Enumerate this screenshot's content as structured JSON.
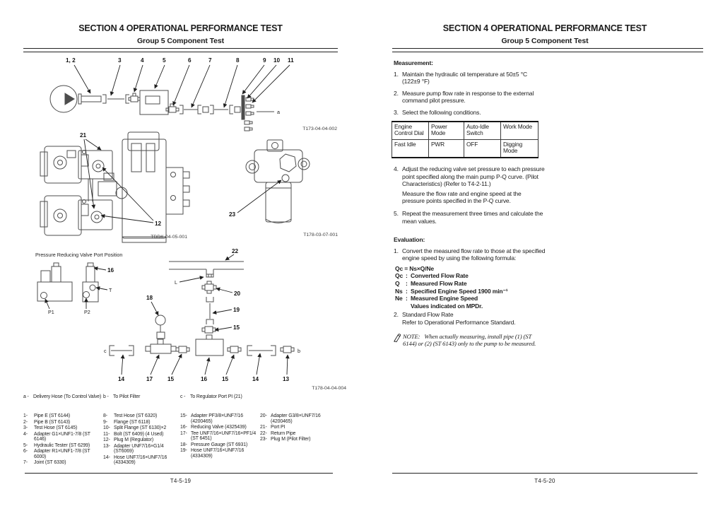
{
  "header": {
    "title": "SECTION 4 OPERATIONAL PERFORMANCE TEST",
    "subtitle": "Group 5 Component Test"
  },
  "left_page": {
    "figs": {
      "tester": {
        "callouts": {
          "c12": "1, 2",
          "c3": "3",
          "c4": "4",
          "c5": "5",
          "c6": "6",
          "c7": "7",
          "c8": "8",
          "c9": "9",
          "c10": "10",
          "c11": "11"
        },
        "end_label": "a",
        "fig_id": "T173-04-04-002"
      },
      "pump": {
        "c21": "21",
        "c12": "12",
        "fig_id": "TDDK-04-05-001"
      },
      "filter": {
        "c23": "23",
        "fig_id": "T178-03-07-001"
      },
      "ports": {
        "title": "Pressure Reducing Valve Port Position",
        "c16": "16",
        "t": "T",
        "p1": "P1",
        "p2": "P2"
      },
      "piping": {
        "c22": "22",
        "l": "L",
        "c20": "20",
        "c19": "19",
        "c15top": "15",
        "c18": "18",
        "c_label": "c",
        "c14l": "14",
        "c17": "17",
        "c15l": "15",
        "c16": "16",
        "c15r": "15",
        "c14r": "14",
        "c13": "13",
        "b_label": "b",
        "fig_id": "T178-04-04-004"
      }
    },
    "legend": [
      {
        "key": "a -",
        "text": "Delivery Hose (To Control Valve)"
      },
      {
        "key": "b -",
        "text": "To Pilot Filter"
      },
      {
        "key": "c -",
        "text": "To Regulator Port PI (21)"
      }
    ],
    "parts_col1": [
      {
        "num": "1-",
        "text": "Pipe E (ST 6144)"
      },
      {
        "num": "2-",
        "text": "Pipe B (ST 6143)"
      },
      {
        "num": "3-",
        "text": "Test Hose (ST 6145)"
      },
      {
        "num": "4-",
        "text": "Adapter G1×UNF1-7/8 (ST 6146)"
      },
      {
        "num": "5-",
        "text": "Hydraulic Tester (ST 6299)"
      },
      {
        "num": "6-",
        "text": "Adapter R1×UNF1-7/8 (ST 6000)"
      },
      {
        "num": "7-",
        "text": "Joint (ST 6330)"
      }
    ],
    "parts_col2": [
      {
        "num": "8-",
        "text": "Test Hose (ST 6320)"
      },
      {
        "num": "9-",
        "text": "Flange (ST 6118)"
      },
      {
        "num": "10-",
        "text": "Split Flange (ST 6130)×2"
      },
      {
        "num": "11-",
        "text": "Bolt (ST 6409) (4 Used)"
      },
      {
        "num": "12-",
        "text": "Plug M (Regulator)"
      },
      {
        "num": "13-",
        "text": "Adapter UNF7/16×G1/4 (ST6069)"
      },
      {
        "num": "14-",
        "text": "Hose UNF7/16×UNF7/16 (4334309)"
      }
    ],
    "parts_col3": [
      {
        "num": "15-",
        "text": "Adapter PF3/8×UNF7/16 (4200465)"
      },
      {
        "num": "16-",
        "text": "Reducing Valve (4325439)"
      },
      {
        "num": "17-",
        "text": "Tee UNF7/16×UNF7/16×PF1/4 (ST 6451)"
      },
      {
        "num": "18-",
        "text": "Pressure Gauge (ST 6931)"
      },
      {
        "num": "19-",
        "text": "Hose UNF7/16×UNF7/16 (4334309)"
      }
    ],
    "parts_col4": [
      {
        "num": "20-",
        "text": "Adapter G3/8×UNF7/16 (4200465)"
      },
      {
        "num": "21-",
        "text": "Port PI"
      },
      {
        "num": "22-",
        "text": "Return Pipe"
      },
      {
        "num": "23-",
        "text": "Plug M (Pilot Filter)"
      }
    ],
    "footer": "T4-5-19"
  },
  "right_page": {
    "measurement": {
      "heading": "Measurement:",
      "step1": {
        "num": "1.",
        "line1": "Maintain the hydraulic oil temperature at 50±5 °C",
        "line2": "(122±9 °F)"
      },
      "step2": {
        "num": "2.",
        "text": "Measure pump flow rate in response to the external command pilot pressure."
      },
      "step3": {
        "num": "3.",
        "text": "Select the following conditions."
      },
      "step4": {
        "num": "4.",
        "text": "Adjust the reducing valve set pressure to each pressure point specified along the main pump P-Q curve. (Pilot Characteristics) (Refer to T4-2-11.)",
        "sub": "Measure the flow rate and engine speed at the pressure points specified in the P-Q curve."
      },
      "step5": {
        "num": "5.",
        "text": "Repeat the measurement three times and calculate the mean values."
      }
    },
    "table": {
      "headers": [
        "Engine Control Dial",
        "Power Mode",
        "Auto-Idle Switch",
        "Work Mode"
      ],
      "row": [
        "Fast Idle",
        "PWR",
        "OFF",
        "Digging Mode"
      ]
    },
    "evaluation": {
      "heading": "Evaluation:",
      "step1": {
        "num": "1.",
        "text": "Convert the measured flow rate to those at the specified engine speed by using the following formula:"
      },
      "formula_head": "Qc = Ns×Q/Ne",
      "formula_rows": [
        {
          "v": "Qc",
          "s": ":",
          "t": "Converted Flow Rate"
        },
        {
          "v": "Q",
          "s": ":",
          "t": "Measured Flow Rate"
        },
        {
          "v": "Ns",
          "s": ":",
          "t": "Specified Engine Speed 1900 min⁻¹"
        },
        {
          "v": "Ne",
          "s": ":",
          "t": "Measured Engine Speed"
        }
      ],
      "formula_note": "Values indicated on MPDr.",
      "step2": {
        "num": "2.",
        "line1": "Standard Flow Rate",
        "line2": "Refer to Operational Performance Standard."
      }
    },
    "note": {
      "label": "NOTE:",
      "text": "When actually measuring, install pipe (1) (ST 6144) or (2) (ST 6143) only to the pump to be measured."
    },
    "footer": "T4-5-20"
  }
}
